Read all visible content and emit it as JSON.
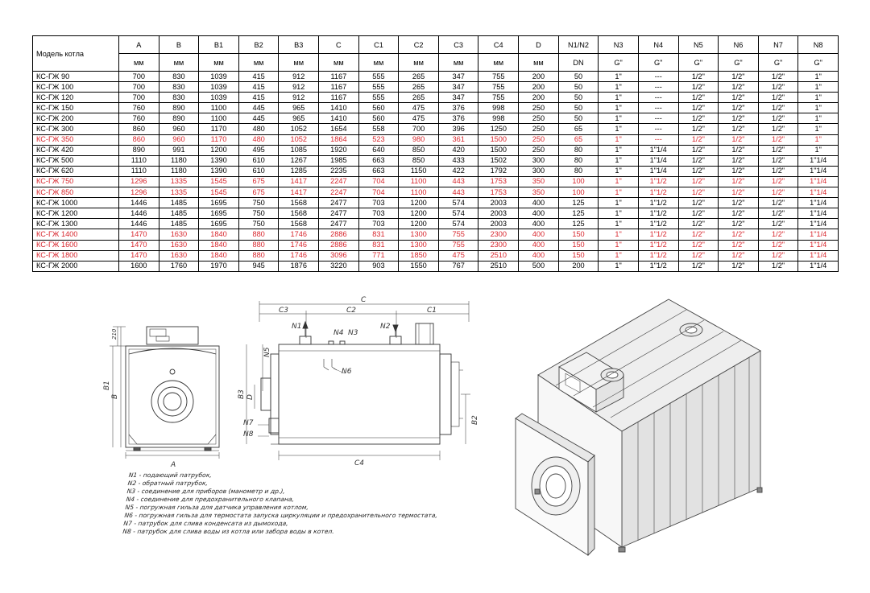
{
  "table": {
    "model_header": "Модель котла",
    "columns": [
      "A",
      "B",
      "B1",
      "B2",
      "B3",
      "C",
      "C1",
      "C2",
      "C3",
      "C4",
      "D",
      "N1/N2",
      "N3",
      "N4",
      "N5",
      "N6",
      "N7",
      "N8"
    ],
    "units": [
      "мм",
      "мм",
      "мм",
      "мм",
      "мм",
      "мм",
      "мм",
      "мм",
      "мм",
      "мм",
      "мм",
      "DN",
      "G\"",
      "G\"",
      "G\"",
      "G\"",
      "G\"",
      "G\""
    ],
    "highlight_color": "#d8262d",
    "rows": [
      {
        "model": "КС-ГЖ 90",
        "red": false,
        "v": [
          "700",
          "830",
          "1039",
          "415",
          "912",
          "1167",
          "555",
          "265",
          "347",
          "755",
          "200",
          "50",
          "1\"",
          "---",
          "1/2\"",
          "1/2\"",
          "1/2\"",
          "1\""
        ]
      },
      {
        "model": "КС-ГЖ 100",
        "red": false,
        "v": [
          "700",
          "830",
          "1039",
          "415",
          "912",
          "1167",
          "555",
          "265",
          "347",
          "755",
          "200",
          "50",
          "1\"",
          "---",
          "1/2\"",
          "1/2\"",
          "1/2\"",
          "1\""
        ]
      },
      {
        "model": "КС-ГЖ 120",
        "red": false,
        "v": [
          "700",
          "830",
          "1039",
          "415",
          "912",
          "1167",
          "555",
          "265",
          "347",
          "755",
          "200",
          "50",
          "1\"",
          "---",
          "1/2\"",
          "1/2\"",
          "1/2\"",
          "1\""
        ]
      },
      {
        "model": "КС-ГЖ 150",
        "red": false,
        "v": [
          "760",
          "890",
          "1100",
          "445",
          "965",
          "1410",
          "560",
          "475",
          "376",
          "998",
          "250",
          "50",
          "1\"",
          "---",
          "1/2\"",
          "1/2\"",
          "1/2\"",
          "1\""
        ]
      },
      {
        "model": "КС-ГЖ 200",
        "red": false,
        "v": [
          "760",
          "890",
          "1100",
          "445",
          "965",
          "1410",
          "560",
          "475",
          "376",
          "998",
          "250",
          "50",
          "1\"",
          "---",
          "1/2\"",
          "1/2\"",
          "1/2\"",
          "1\""
        ]
      },
      {
        "model": "КС-ГЖ 300",
        "red": false,
        "v": [
          "860",
          "960",
          "1170",
          "480",
          "1052",
          "1654",
          "558",
          "700",
          "396",
          "1250",
          "250",
          "65",
          "1\"",
          "---",
          "1/2\"",
          "1/2\"",
          "1/2\"",
          "1\""
        ]
      },
      {
        "model": "КС-ГЖ 350",
        "red": true,
        "v": [
          "860",
          "960",
          "1170",
          "480",
          "1052",
          "1864",
          "523",
          "980",
          "361",
          "1500",
          "250",
          "65",
          "1\"",
          "---",
          "1/2\"",
          "1/2\"",
          "1/2\"",
          "1\""
        ]
      },
      {
        "model": "КС-ГЖ 420",
        "red": false,
        "v": [
          "890",
          "991",
          "1200",
          "495",
          "1085",
          "1920",
          "640",
          "850",
          "420",
          "1500",
          "250",
          "80",
          "1\"",
          "1\"1/4",
          "1/2\"",
          "1/2\"",
          "1/2\"",
          "1\""
        ]
      },
      {
        "model": "КС-ГЖ 500",
        "red": false,
        "v": [
          "1110",
          "1180",
          "1390",
          "610",
          "1267",
          "1985",
          "663",
          "850",
          "433",
          "1502",
          "300",
          "80",
          "1\"",
          "1\"1/4",
          "1/2\"",
          "1/2\"",
          "1/2\"",
          "1\"1/4"
        ]
      },
      {
        "model": "КС-ГЖ 620",
        "red": false,
        "v": [
          "1110",
          "1180",
          "1390",
          "610",
          "1285",
          "2235",
          "663",
          "1150",
          "422",
          "1792",
          "300",
          "80",
          "1\"",
          "1\"1/4",
          "1/2\"",
          "1/2\"",
          "1/2\"",
          "1\"1/4"
        ]
      },
      {
        "model": "КС-ГЖ 750",
        "red": true,
        "v": [
          "1296",
          "1335",
          "1545",
          "675",
          "1417",
          "2247",
          "704",
          "1100",
          "443",
          "1753",
          "350",
          "100",
          "1\"",
          "1\"1/2",
          "1/2\"",
          "1/2\"",
          "1/2\"",
          "1\"1/4"
        ]
      },
      {
        "model": "КС-ГЖ 850",
        "red": true,
        "v": [
          "1296",
          "1335",
          "1545",
          "675",
          "1417",
          "2247",
          "704",
          "1100",
          "443",
          "1753",
          "350",
          "100",
          "1\"",
          "1\"1/2",
          "1/2\"",
          "1/2\"",
          "1/2\"",
          "1\"1/4"
        ]
      },
      {
        "model": "КС-ГЖ 1000",
        "red": false,
        "v": [
          "1446",
          "1485",
          "1695",
          "750",
          "1568",
          "2477",
          "703",
          "1200",
          "574",
          "2003",
          "400",
          "125",
          "1\"",
          "1\"1/2",
          "1/2\"",
          "1/2\"",
          "1/2\"",
          "1\"1/4"
        ]
      },
      {
        "model": "КС-ГЖ 1200",
        "red": false,
        "v": [
          "1446",
          "1485",
          "1695",
          "750",
          "1568",
          "2477",
          "703",
          "1200",
          "574",
          "2003",
          "400",
          "125",
          "1\"",
          "1\"1/2",
          "1/2\"",
          "1/2\"",
          "1/2\"",
          "1\"1/4"
        ]
      },
      {
        "model": "КС-ГЖ 1300",
        "red": false,
        "v": [
          "1446",
          "1485",
          "1695",
          "750",
          "1568",
          "2477",
          "703",
          "1200",
          "574",
          "2003",
          "400",
          "125",
          "1\"",
          "1\"1/2",
          "1/2\"",
          "1/2\"",
          "1/2\"",
          "1\"1/4"
        ]
      },
      {
        "model": "КС-ГЖ 1400",
        "red": true,
        "v": [
          "1470",
          "1630",
          "1840",
          "880",
          "1746",
          "2886",
          "831",
          "1300",
          "755",
          "2300",
          "400",
          "150",
          "1\"",
          "1\"1/2",
          "1/2\"",
          "1/2\"",
          "1/2\"",
          "1\"1/4"
        ]
      },
      {
        "model": "КС-ГЖ 1600",
        "red": true,
        "v": [
          "1470",
          "1630",
          "1840",
          "880",
          "1746",
          "2886",
          "831",
          "1300",
          "755",
          "2300",
          "400",
          "150",
          "1\"",
          "1\"1/2",
          "1/2\"",
          "1/2\"",
          "1/2\"",
          "1\"1/4"
        ]
      },
      {
        "model": "КС-ГЖ 1800",
        "red": true,
        "v": [
          "1470",
          "1630",
          "1840",
          "880",
          "1746",
          "3096",
          "771",
          "1850",
          "475",
          "2510",
          "400",
          "150",
          "1\"",
          "1\"1/2",
          "1/2\"",
          "1/2\"",
          "1/2\"",
          "1\"1/4"
        ]
      },
      {
        "model": "КС-ГЖ 2000",
        "red": false,
        "v": [
          "1600",
          "1760",
          "1970",
          "945",
          "1876",
          "3220",
          "903",
          "1550",
          "767",
          "2510",
          "500",
          "200",
          "1\"",
          "1\"1/2",
          "1/2\"",
          "1/2\"",
          "1/2\"",
          "1\"1/4"
        ]
      }
    ]
  },
  "front_view": {
    "dim_a": "A",
    "dim_b": "B",
    "dim_b1": "B1",
    "dim_210": "210"
  },
  "side_view": {
    "dim_c": "C",
    "dim_c1": "C1",
    "dim_c2": "C2",
    "dim_c3": "C3",
    "dim_c4": "C4",
    "dim_b2": "B2",
    "dim_b3": "B3",
    "dim_d": "D",
    "label_n1": "N1",
    "label_n2": "N2",
    "label_n3": "N3",
    "label_n4": "N4",
    "label_n5": "N5",
    "label_n6": "N6",
    "label_n7": "N7",
    "label_n8": "N8"
  },
  "legend": [
    "N1 - подающий патрубок,",
    "N2 - обратный патрубок,",
    "N3 - соединение для приборов (манометр и др.),",
    "N4 - соединение для предохранительного клапана,",
    "N5 - погружная гильза для датчика управления котлом,",
    "N6 - погружная гильза для термостата запуска циркуляции и предохранительного термостата,",
    "N7 - патрубок для слива конденсата из дымохода,",
    "N8 - патрубок для слива воды из котла или забора воды в котел."
  ]
}
